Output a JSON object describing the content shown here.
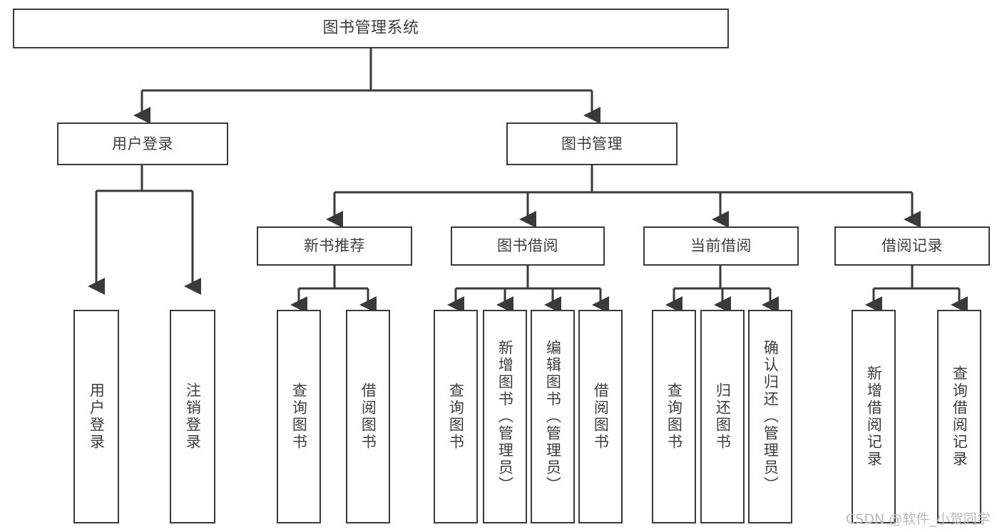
{
  "diagram": {
    "title": "图书管理系统",
    "type": "tree",
    "watermark": "CSDN @软件_小贺同学",
    "colors": {
      "background": "#ffffff",
      "box_fill": "#ffffff",
      "box_stroke": "#3a3a3a",
      "text": "#3d3d3d",
      "edge": "#3a3a3a",
      "watermark": "#b9b9b9"
    },
    "nodes": {
      "root": {
        "label": "图书管理系统",
        "orientation": "horizontal"
      },
      "level2": [
        {
          "id": "user-login",
          "label": "用户登录",
          "orientation": "horizontal"
        },
        {
          "id": "book-manage",
          "label": "图书管理",
          "orientation": "horizontal"
        }
      ],
      "level3": [
        {
          "id": "new-book-recommend",
          "label": "新书推荐",
          "orientation": "horizontal"
        },
        {
          "id": "book-borrow",
          "label": "图书借阅",
          "orientation": "horizontal"
        },
        {
          "id": "current-borrow",
          "label": "当前借阅",
          "orientation": "horizontal"
        },
        {
          "id": "borrow-record",
          "label": "借阅记录",
          "orientation": "horizontal"
        }
      ],
      "leaves": [
        {
          "id": "leaf-user-login",
          "label": "用户登录",
          "parent": "user-login",
          "orientation": "vertical"
        },
        {
          "id": "leaf-user-logout",
          "label": "注销登录",
          "parent": "user-login",
          "orientation": "vertical"
        },
        {
          "id": "leaf-query-book-1",
          "label": "查询图书",
          "parent": "new-book-recommend",
          "orientation": "vertical"
        },
        {
          "id": "leaf-borrow-book-1",
          "label": "借阅图书",
          "parent": "new-book-recommend",
          "orientation": "vertical"
        },
        {
          "id": "leaf-query-book-2",
          "label": "查询图书",
          "parent": "book-borrow",
          "orientation": "vertical"
        },
        {
          "id": "leaf-add-book",
          "label": "新增图书（管理员）",
          "parent": "book-borrow",
          "orientation": "vertical"
        },
        {
          "id": "leaf-edit-book",
          "label": "编辑图书（管理员）",
          "parent": "book-borrow",
          "orientation": "vertical"
        },
        {
          "id": "leaf-borrow-book-2",
          "label": "借阅图书",
          "parent": "book-borrow",
          "orientation": "vertical"
        },
        {
          "id": "leaf-query-book-3",
          "label": "查询图书",
          "parent": "current-borrow",
          "orientation": "vertical"
        },
        {
          "id": "leaf-return-book",
          "label": "归还图书",
          "parent": "current-borrow",
          "orientation": "vertical"
        },
        {
          "id": "leaf-confirm-return",
          "label": "确认归还（管理员）",
          "parent": "current-borrow",
          "orientation": "vertical"
        },
        {
          "id": "leaf-add-record",
          "label": "新增借阅记录",
          "parent": "borrow-record",
          "orientation": "vertical"
        },
        {
          "id": "leaf-query-record",
          "label": "查询借阅记录",
          "parent": "borrow-record",
          "orientation": "vertical"
        }
      ]
    }
  }
}
